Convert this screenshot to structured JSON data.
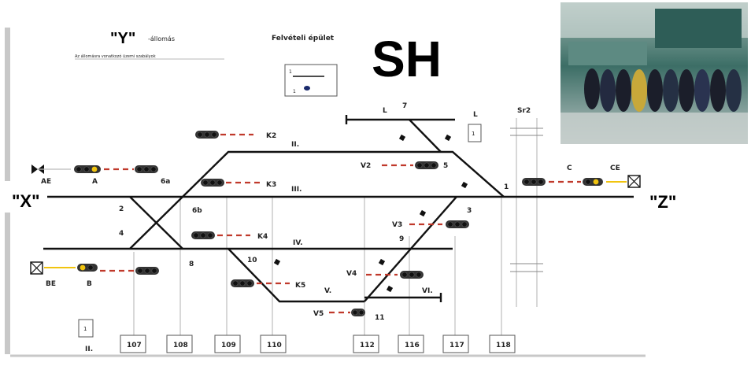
{
  "header": {
    "yard_y": "\"Y\"",
    "yard_y_suffix": "-állomás",
    "yard_y_note": "Az állomásra vonatkozó üzemi szabályok",
    "building": "Felvételi épület",
    "code": "SH"
  },
  "directions": {
    "x": "\"X\"",
    "z": "\"Z\""
  },
  "track_labels": {
    "L_top": "L",
    "t7": "7",
    "L_right": "L",
    "sr2": "Sr2",
    "K2": "K2",
    "II": "II.",
    "V2": "V2",
    "t5": "5",
    "A": "A",
    "AE": "AE",
    "t6a": "6a",
    "K3": "K3",
    "III": "III.",
    "t1": "1",
    "C": "C",
    "CE": "CE",
    "t2": "2",
    "t4": "4",
    "t6b": "6b",
    "K4": "K4",
    "IV": "IV.",
    "V3": "V3",
    "t3": "3",
    "t9": "9",
    "t8": "8",
    "t10": "10",
    "K5": "K5",
    "V": "V.",
    "V4": "V4",
    "VI": "VI.",
    "V5": "V5",
    "t11": "11",
    "B": "B",
    "BE": "BE",
    "box_small": "1",
    "box_label": "II.",
    "legend_a": "1",
    "legend_b": "1"
  },
  "bottom_boxes": [
    "107",
    "108",
    "109",
    "110",
    "112",
    "116",
    "117",
    "118"
  ],
  "photo": {
    "alt": "relay-rack-photo"
  },
  "colors": {
    "track": "#111111",
    "signal_red": "#c0392b",
    "signal_yellow": "#f1c40f",
    "thin": "#bfbfbf"
  }
}
